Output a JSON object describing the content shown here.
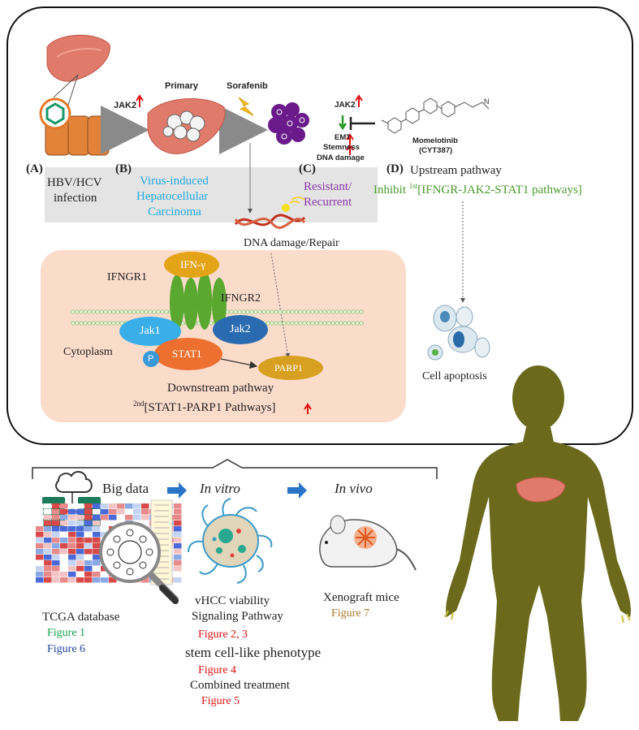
{
  "top": {
    "jak2_left": "JAK2",
    "primary": "Primary",
    "sorafenib": "Sorafenib",
    "jak2_right": "JAK2",
    "emt": "EMT",
    "stemness": "Stemness",
    "dna_damage_small": "DNA damage",
    "drug_name": "Momelotinib",
    "drug_code": "(CYT387)"
  },
  "labels": {
    "a_letter": "(A)",
    "a_line1": "HBV/HCV",
    "a_line2": "infection",
    "b_letter": "(B)",
    "b_line1": "Virus-induced",
    "b_line2": "Hepatocellular",
    "b_line3": "Carcinoma",
    "c_letter": "(C)",
    "c_line1": "Resistant/",
    "c_line2": "Recurrent",
    "d_letter": "(D)",
    "d_line1": "Upstream pathway",
    "d_line2_pre": "Inhibit ",
    "d_line2_sup": "1st",
    "d_line2_post": "[IFNGR-JAK2-STAT1 pathways]",
    "dna_repair": "DNA damage/Repair",
    "apoptosis": "Cell apoptosis"
  },
  "pathway": {
    "ifng": "IFN-γ",
    "ifngr1": "IFNGR1",
    "ifngr2": "IFNGR2",
    "jak1": "Jak1",
    "jak2": "Jak2",
    "cytoplasm": "Cytoplasm",
    "p": "P",
    "stat1": "STAT1",
    "parp1": "PARP1",
    "downstream": "Downstream pathway",
    "down_sup": "2nd",
    "down_text": "[STAT1-PARP1 Pathways]"
  },
  "bottom": {
    "big_data": "Big data",
    "in_vitro": "In vitro",
    "in_vivo": "In vivo",
    "tcga": "TCGA database",
    "fig1": "Figure 1",
    "fig6": "Figure 6",
    "vhcc": "vHCC viability",
    "signaling": "Signaling Pathway",
    "fig23": "Figure 2, 3",
    "stem": "stem cell-like phenotype",
    "fig4": "Figure  4",
    "combined": "Combined treatment",
    "fig5": "Figure  5",
    "xenograft": "Xenograft mice",
    "fig7": "Figure  7"
  },
  "colors": {
    "up_arrow": "#e01010",
    "down_arrow": "#2a9a2a",
    "virus_cyan": "#22aadd",
    "resistant_purple": "#8a3aa8",
    "inhibit_green": "#4a9a2a",
    "fig1_green": "#1aa050",
    "fig6_blue": "#22449a",
    "fig_red": "#e01010",
    "fig7_brown": "#a8782a",
    "blue_arrow": "#2a74c8",
    "body_olive": "#6b6a1c",
    "liver": "#e07a6a",
    "jak1_blue": "#3aaee8",
    "jak2_blue": "#2a6ab0",
    "stat1_orange": "#ee7030",
    "ifng_gold": "#e4a418",
    "receptor_green": "#5aa830",
    "parp1_gold": "#d8a020"
  },
  "icons": [
    "liver-icon",
    "hepatocyte-cells-icon",
    "lightning-icon",
    "resistant-cells-icon",
    "dna-icon",
    "molecule-structure-icon",
    "apoptotic-cells-icon",
    "cloud-database-icon",
    "heatmap-icon",
    "magnifier-icon",
    "cancer-cell-icon",
    "mouse-icon",
    "human-body-icon"
  ]
}
